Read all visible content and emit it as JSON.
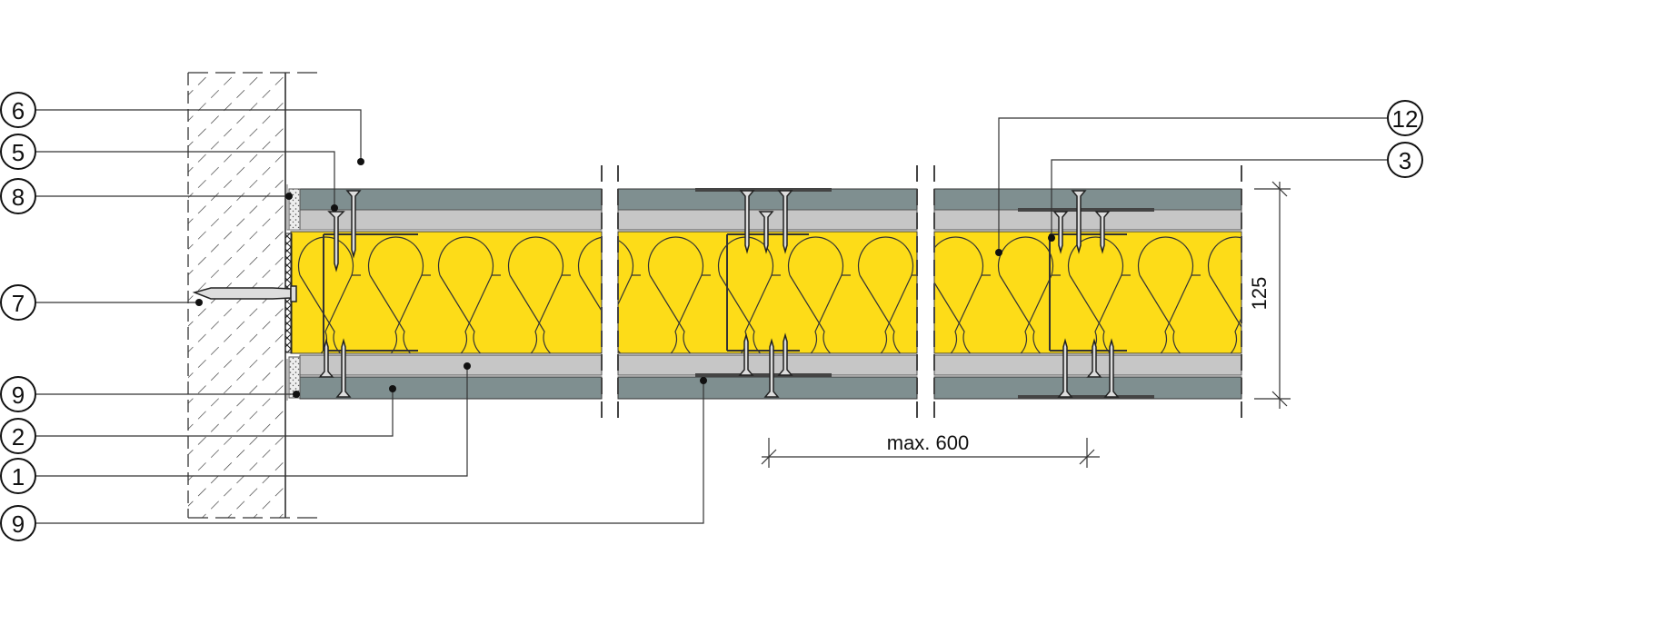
{
  "callouts_left": [
    {
      "label": "6"
    },
    {
      "label": "5"
    },
    {
      "label": "8"
    },
    {
      "label": "7"
    },
    {
      "label": "9"
    },
    {
      "label": "2"
    },
    {
      "label": "1"
    },
    {
      "label": "9"
    }
  ],
  "callouts_right": [
    {
      "label": "12"
    },
    {
      "label": "3"
    }
  ],
  "dimensions": {
    "thickness": "125",
    "spacing": "max. 600"
  },
  "colors": {
    "board_dark": "#7f8f90",
    "board_light": "#c6c6c6",
    "insulation": "#fddc18",
    "line": "#222222"
  }
}
